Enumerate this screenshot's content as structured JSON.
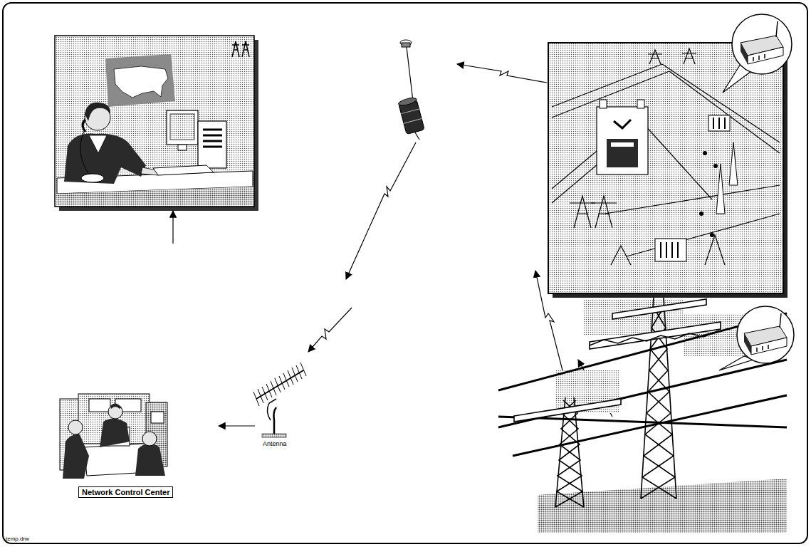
{
  "diagram": {
    "nodes": [
      {
        "text": [
          "Network Control Center"
        ]
      }
    ],
    "labels": [
      "Antenna",
      "temp.drw"
    ]
  }
}
